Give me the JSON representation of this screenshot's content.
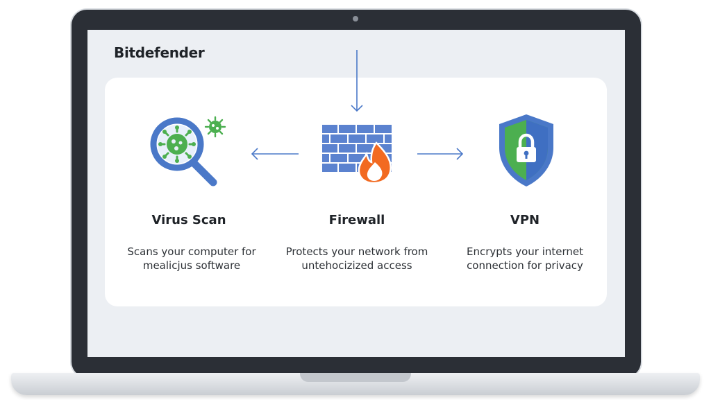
{
  "brand": "Bitdefender",
  "colors": {
    "accent_blue": "#4a78c8",
    "accent_green": "#4caf50",
    "fire_orange": "#f26a21"
  },
  "features": [
    {
      "icon": "virus-scan-magnifier-icon",
      "title": "Virus Scan",
      "desc_line1": "Scans your computer for",
      "desc_line2": "mealicjus software"
    },
    {
      "icon": "firewall-brick-fire-icon",
      "title": "Firewall",
      "desc_line1": "Protects your network from",
      "desc_line2": "untehocizized access"
    },
    {
      "icon": "shield-lock-icon",
      "title": "VPN",
      "desc_line1": "Encrypts your internet",
      "desc_line2": "connection for privacy"
    }
  ]
}
